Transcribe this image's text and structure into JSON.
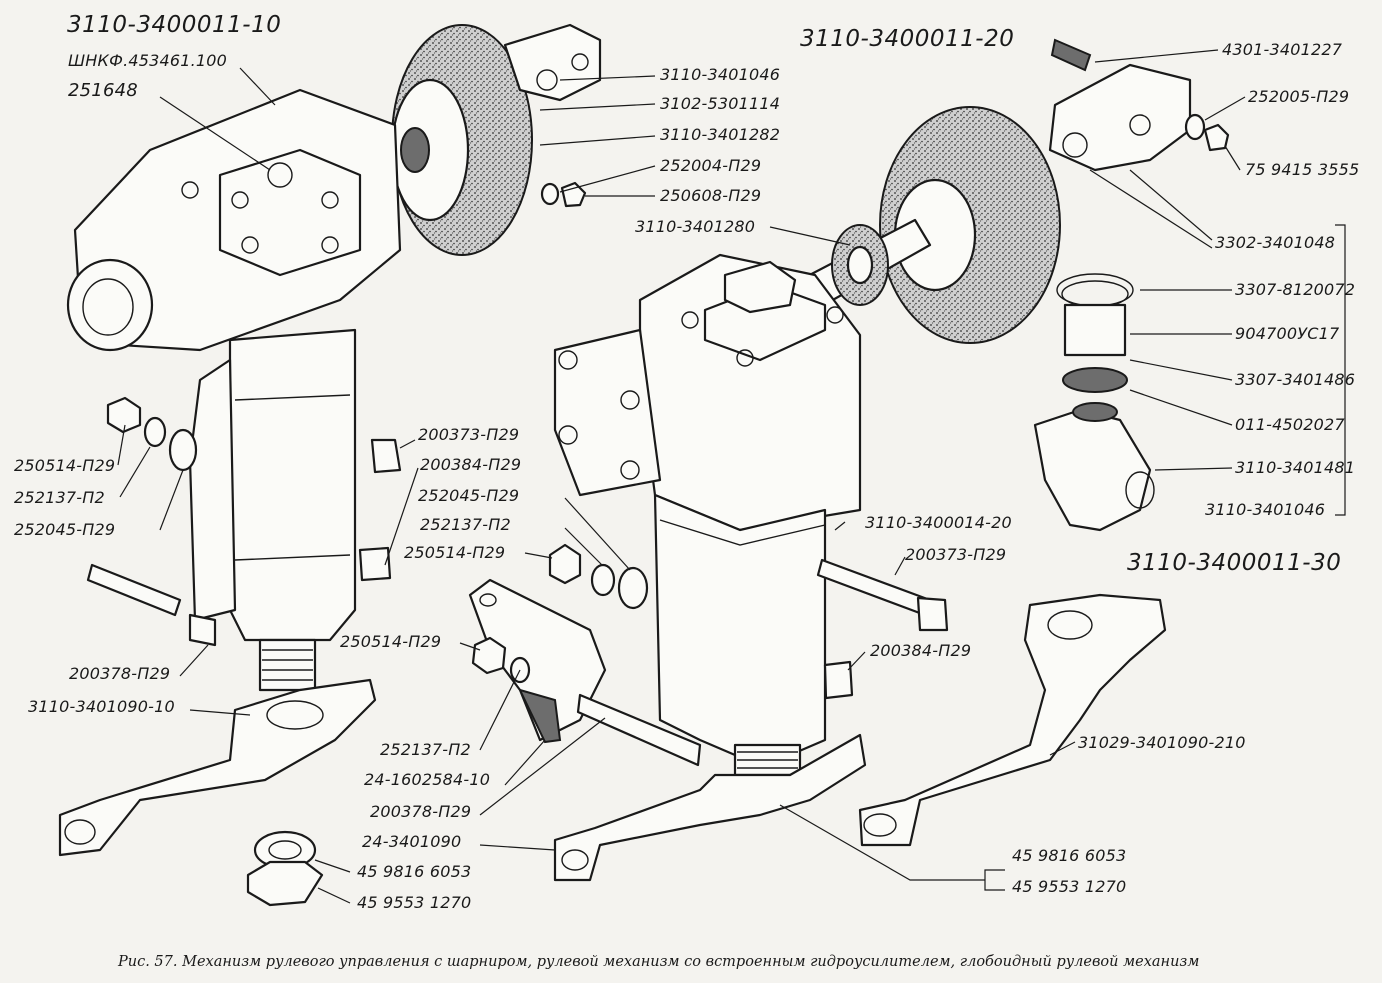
{
  "assemblies": {
    "a10": "3110-3400011-10",
    "a20": "3110-3400011-20",
    "a30": "3110-3400011-30"
  },
  "labels": {
    "l_shnkf": "ШНКФ.453461.100",
    "l_251648": "251648",
    "l_3110_3401046_top": "3110-3401046",
    "l_3102_5301114": "3102-5301114",
    "l_3110_3401282": "3110-3401282",
    "l_252004": "252004-П29",
    "l_250608": "250608-П29",
    "l_3110_3401280": "3110-3401280",
    "l_4301_3401227": "4301-3401227",
    "l_252005": "252005-П29",
    "l_75_9415_3555": "75 9415 3555",
    "l_3302_3401048": "3302-3401048",
    "l_3307_8120072": "3307-8120072",
    "l_904700us17": "904700УС17",
    "l_3307_3401486": "3307-3401486",
    "l_011_4502027": "011-4502027",
    "l_3110_3401481": "3110-3401481",
    "l_3110_3401046_right": "3110-3401046",
    "l_250514_left": "250514-П29",
    "l_252137_left": "252137-П2",
    "l_252045_left": "252045-П29",
    "l_200373_left": "200373-П29",
    "l_200384_left": "200384-П29",
    "l_252045_mid": "252045-П29",
    "l_252137_mid": "252137-П2",
    "l_250514_mid": "250514-П29",
    "l_3110_3400014_20": "3110-3400014-20",
    "l_200373_right": "200373-П29",
    "l_200378_left": "200378-П29",
    "l_3110_3401090_10": "3110-3401090-10",
    "l_250514_low": "250514-П29",
    "l_200384_right": "200384-П29",
    "l_252137_low": "252137-П2",
    "l_24_1602584_10": "24-1602584-10",
    "l_200378_low": "200378-П29",
    "l_24_3401090": "24-3401090",
    "l_45_9816_6053_left": "45 9816 6053",
    "l_45_9553_1270_left": "45 9553 1270",
    "l_31029_3401090_210": "31029-3401090-210",
    "l_45_9816_6053_right": "45  9816 6053",
    "l_45_9553_1270_right": "45  9553 1270"
  },
  "caption": "Рис. 57. Механизм рулевого управления с шарниром, рулевой механизм со встроенным гидроусилителем, глобоидный рулевой механизм"
}
